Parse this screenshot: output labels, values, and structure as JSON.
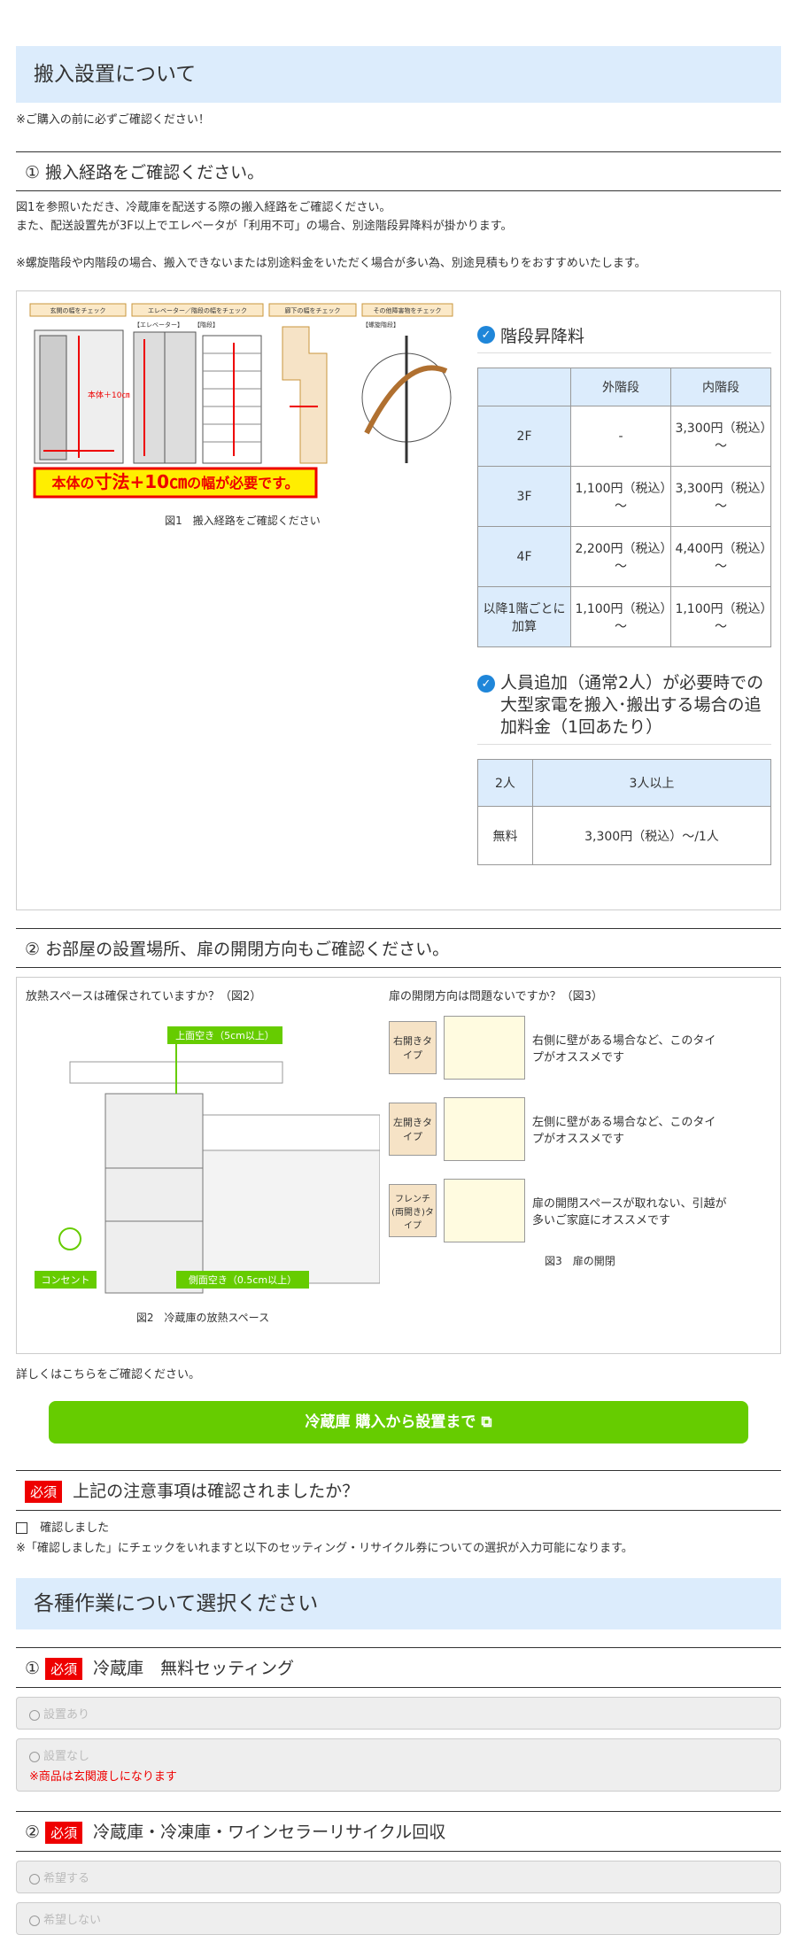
{
  "section1": {
    "title": "搬入設置について",
    "note": "※ご購入の前に必ずご確認ください！",
    "step1_title": "① 搬入経路をご確認ください。",
    "step1_text1": "図1を参照いただき、冷蔵庫を配送する際の搬入経路をご確認ください。",
    "step1_text2": "また、配送設置先が3F以上でエレベータが「利用不可」の場合、別途階段昇降料が掛かります。",
    "step1_text3": "※螺旋階段や内階段の場合、搬入できないまたは別途料金をいただく場合が多い為、別途見積もりをおすすめいたします。",
    "fig1": {
      "labels": [
        "玄関の幅をチェック",
        "エレベーター／階段の幅をチェック",
        "廊下の幅をチェック",
        "その他障害物をチェック"
      ],
      "sub_labels": [
        "【エレベーター】",
        "【階段】",
        "【螺旋階段】"
      ],
      "body_label": "本体＋10㎝",
      "banner_pre": "本体の",
      "banner_strong": "寸法+10㎝",
      "banner_post": "の幅が必要です。",
      "caption": "図1　搬入経路をご確認ください"
    },
    "stairs": {
      "title": "階段昇降料",
      "headers": [
        "",
        "外階段",
        "内階段"
      ],
      "rows": [
        [
          "2F",
          "-",
          "3,300円（税込）～"
        ],
        [
          "3F",
          "1,100円（税込）～",
          "3,300円（税込）～"
        ],
        [
          "4F",
          "2,200円（税込）～",
          "4,400円（税込）～"
        ],
        [
          "以降1階ごとに加算",
          "1,100円（税込）～",
          "1,100円（税込）～"
        ]
      ]
    },
    "staff": {
      "title": "人員追加（通常2人）が必要時での大型家電を搬入･搬出する場合の追加料金（1回あたり）",
      "headers": [
        "2人",
        "3人以上"
      ],
      "row": [
        "無料",
        "3,300円（税込）～/1人"
      ]
    },
    "step2_title": "② お部屋の設置場所、扉の開閉方向もご確認ください。",
    "fig2": {
      "question": "放熱スペースは確保されていますか？（図2）",
      "top_label": "上面空き（5cm以上）",
      "side_label": "側面空き（0.5cm以上）",
      "outlet_label": "コンセント",
      "caption": "図2　冷蔵庫の放熱スペース"
    },
    "fig3": {
      "question": "扉の開閉方向は問題ないですか？（図3）",
      "types": [
        {
          "name": "右開きタイプ",
          "desc": "右側に壁がある場合など、このタイプがオススメです"
        },
        {
          "name": "左開きタイプ",
          "desc": "左側に壁がある場合など、このタイプがオススメです"
        },
        {
          "name": "フレンチ(両開き)タイプ",
          "desc": "扉の開閉スペースが取れない、引越が多いご家庭にオススメです"
        }
      ],
      "caption": "図3　扉の開閉"
    },
    "detail_text": "詳しくはこちらをご確認ください。",
    "button": "冷蔵庫 購入から設置まで",
    "confirm_req": "必須",
    "confirm_title": "上記の注意事項は確認されましたか？",
    "confirm_check": "確認しました",
    "confirm_note": "※「確認しました」にチェックをいれますと以下のセッティング・リサイクル券についての選択が入力可能になります。"
  },
  "section2": {
    "title": "各種作業について選択ください",
    "q1": {
      "num": "①",
      "req": "必須",
      "title": "冷蔵庫　無料セッティング",
      "opt1": "設置あり",
      "opt2": "設置なし",
      "opt2_note": "※商品は玄関渡しになります"
    },
    "q2": {
      "num": "②",
      "req": "必須",
      "title": "冷蔵庫・冷凍庫・ワインセラーリサイクル回収",
      "opt1": "希望する",
      "opt2": "希望しない"
    }
  },
  "colors": {
    "accent_blue": "#dcecfc",
    "check_blue": "#1f86d9",
    "green": "#66cc00",
    "required_red": "#e00000"
  }
}
